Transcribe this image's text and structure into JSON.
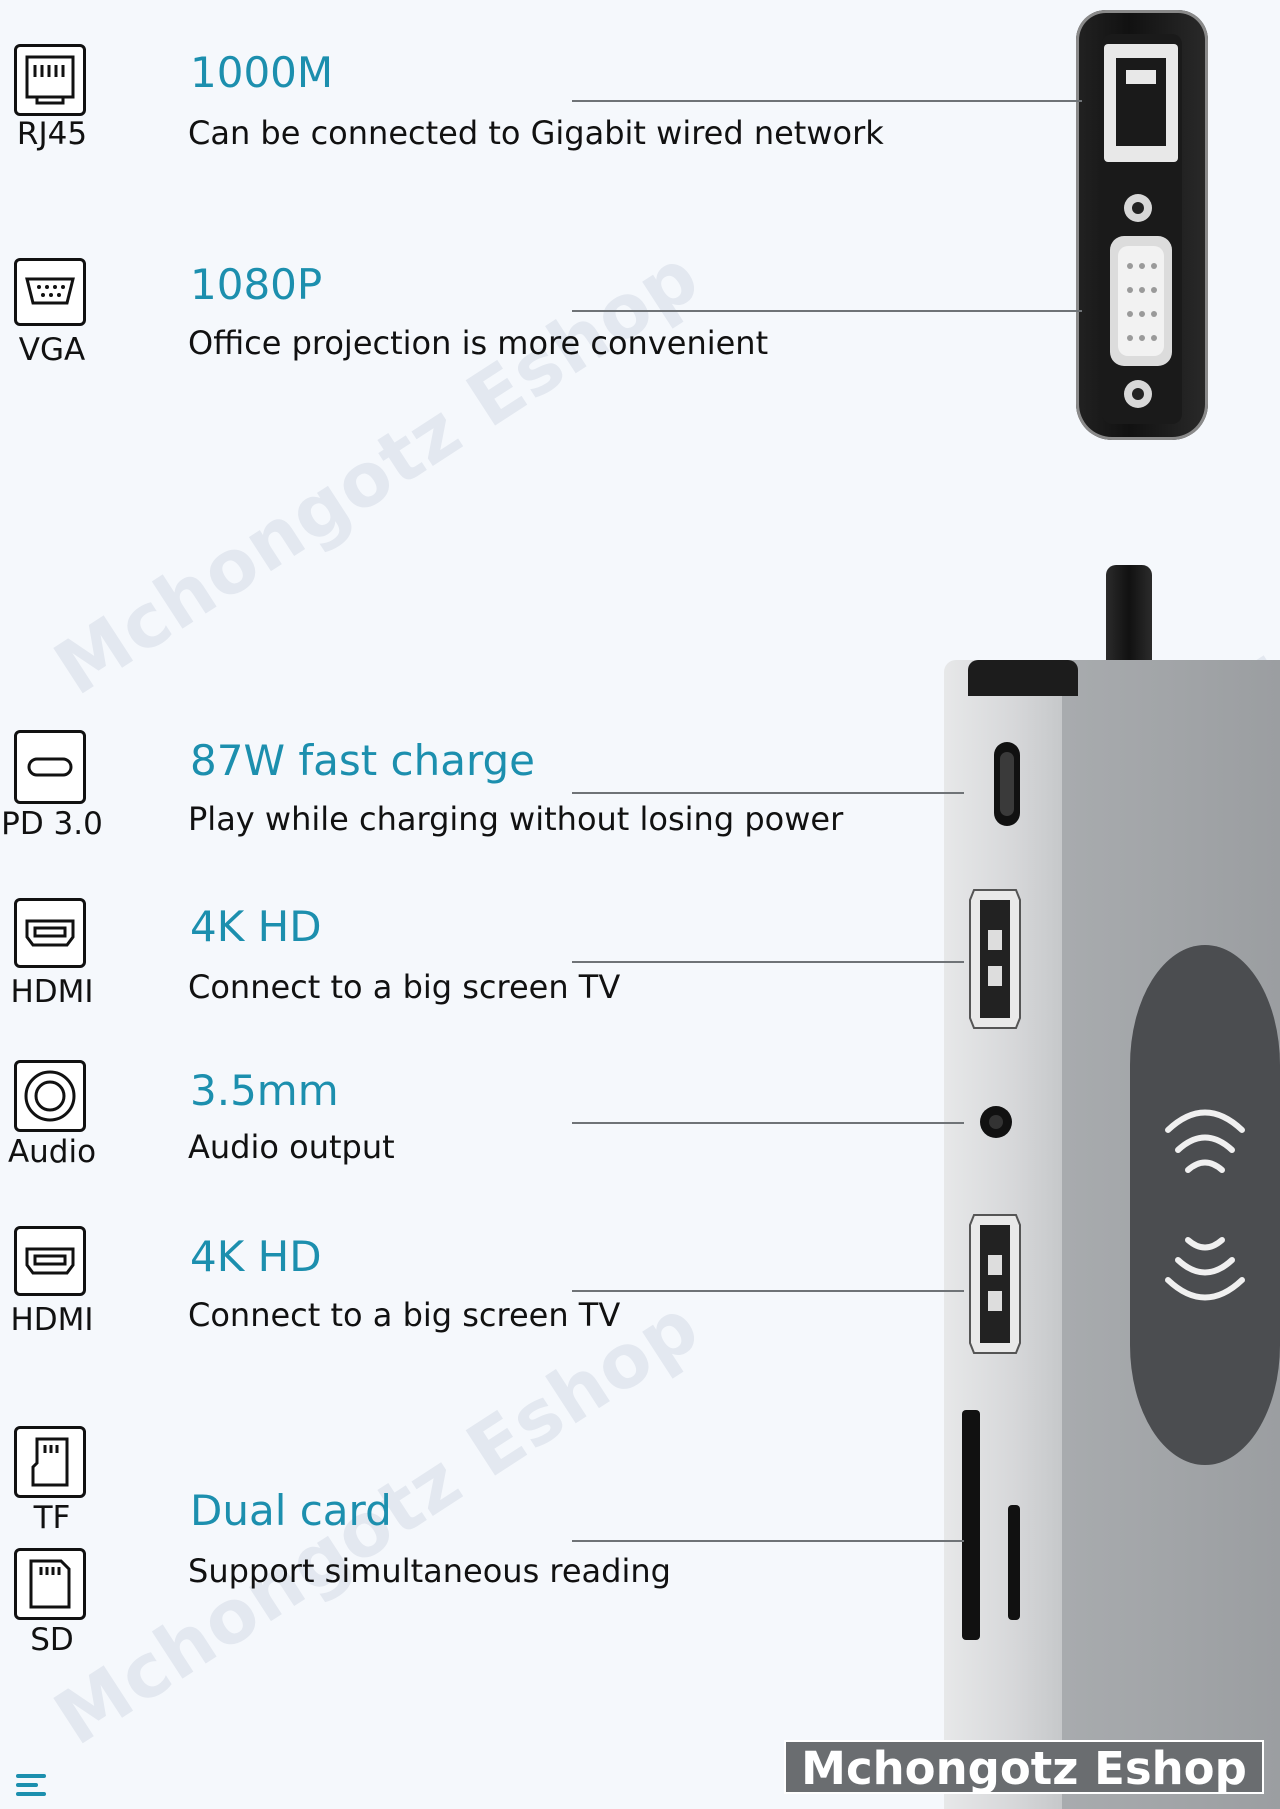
{
  "brand": {
    "badge": "Mchongotz Eshop",
    "watermark": "Mchongotz Eshop"
  },
  "colors": {
    "title_blue": "#1c8fae",
    "background": "#f5f8fc",
    "text": "#111111"
  },
  "features": [
    {
      "icon": "rj45-icon",
      "port": "RJ45",
      "title": "1000M",
      "desc": "Can be connected to Gigabit wired network"
    },
    {
      "icon": "vga-icon",
      "port": "VGA",
      "title": "1080P",
      "desc": "Office projection is more convenient"
    },
    {
      "icon": "usb-c-icon",
      "port": "PD 3.0",
      "title": "87W fast charge",
      "desc": "Play while charging without losing power"
    },
    {
      "icon": "hdmi-icon",
      "port": "HDMI",
      "title": "4K HD",
      "desc": "Connect to a big screen TV"
    },
    {
      "icon": "audio-icon",
      "port": "Audio",
      "title": "3.5mm",
      "desc": "Audio output"
    },
    {
      "icon": "hdmi-icon",
      "port": "HDMI",
      "title": "4K HD",
      "desc": "Connect to a big screen TV"
    },
    {
      "icon": "tf-card-icon",
      "port": "TF",
      "title": "Dual card",
      "desc": "Support simultaneous reading"
    },
    {
      "icon": "sd-card-icon",
      "port": "SD"
    }
  ]
}
